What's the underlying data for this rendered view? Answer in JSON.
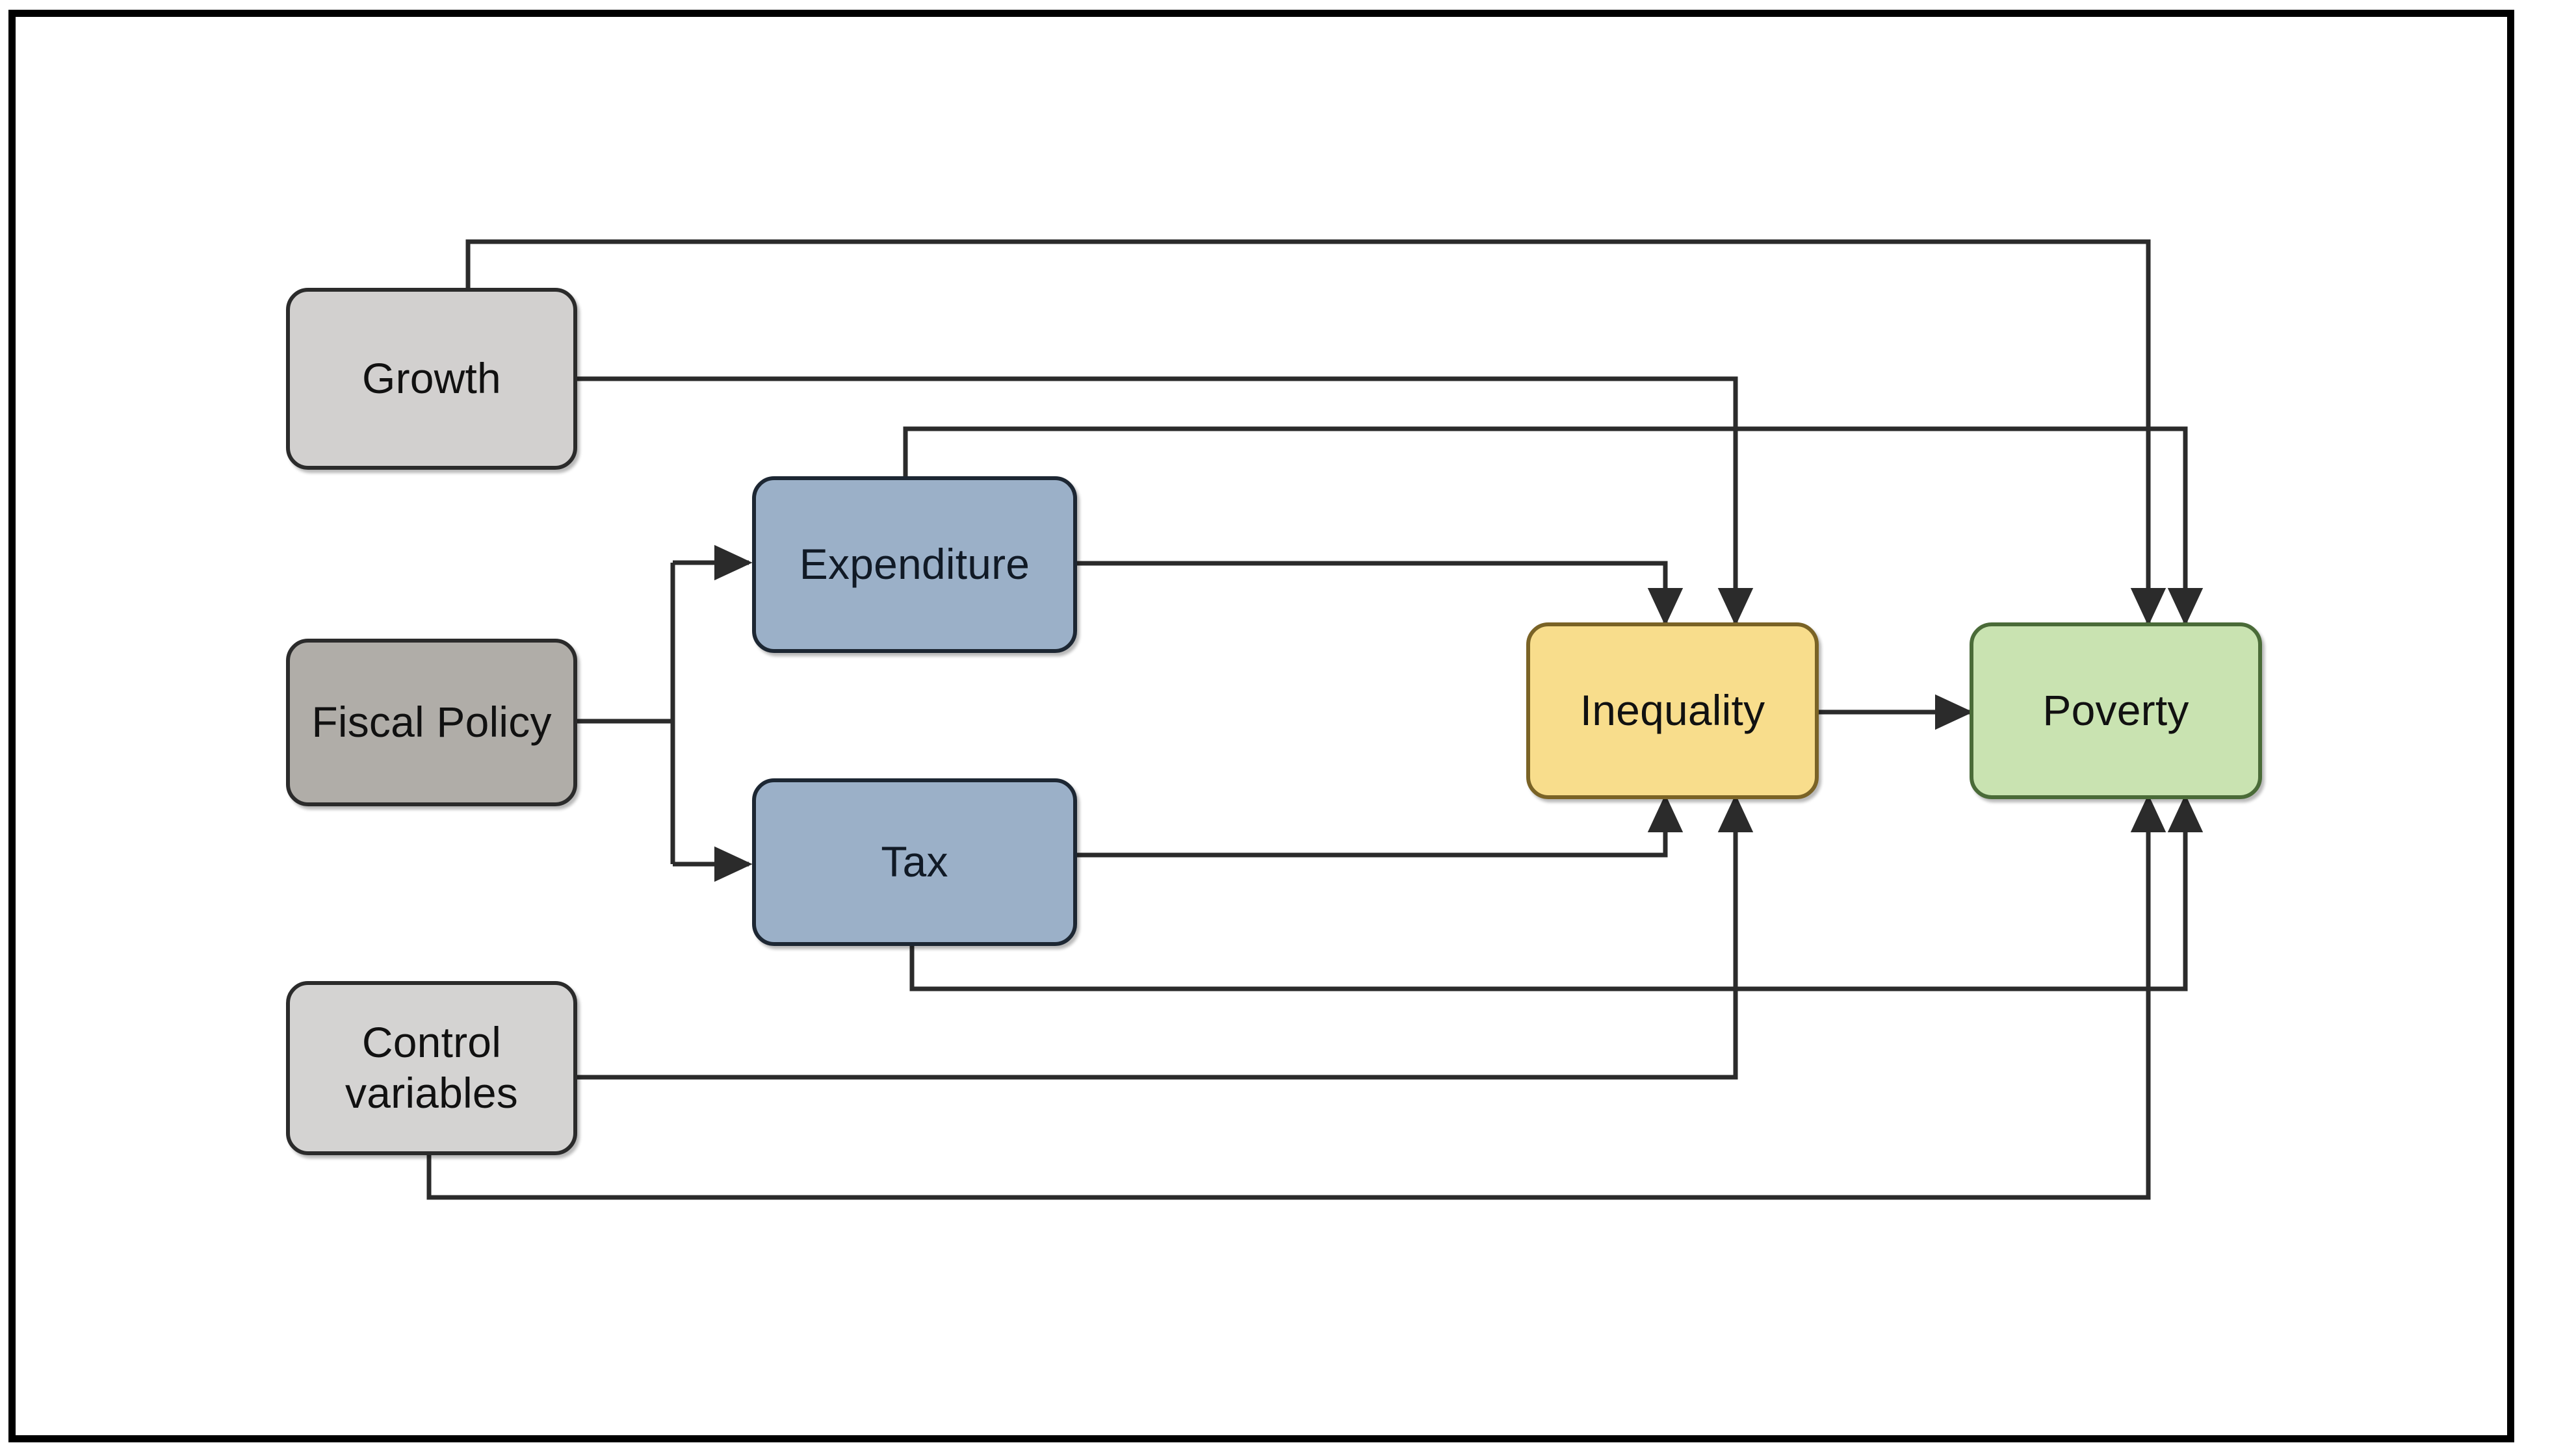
{
  "diagram": {
    "title": "Fiscal policy, inequality and poverty conceptual framework",
    "background": "#ffffff",
    "frame_color": "#000000",
    "edge_color": "#2b2b2b",
    "nodes": [
      {
        "id": "growth",
        "label": "Growth",
        "fill": "#d2d0cf",
        "stroke": "#2b2b2b",
        "text_color": "#111111"
      },
      {
        "id": "fiscal",
        "label": "Fiscal Policy",
        "fill": "#b0ada8",
        "stroke": "#2b2b2b",
        "text_color": "#111111"
      },
      {
        "id": "control",
        "label": "Control\nvariables",
        "line1": "Control",
        "line2": "variables",
        "fill": "#d4d3d2",
        "stroke": "#2b2b2b",
        "text_color": "#111111"
      },
      {
        "id": "expenditure",
        "label": "Expenditure",
        "fill": "#9bb0c8",
        "stroke": "#1d2733",
        "text_color": "#111a26"
      },
      {
        "id": "tax",
        "label": "Tax",
        "fill": "#9bb0c8",
        "stroke": "#1d2733",
        "text_color": "#111a26"
      },
      {
        "id": "inequality",
        "label": "Inequality",
        "fill": "#f8dd8c",
        "stroke": "#7a6326",
        "text_color": "#111111"
      },
      {
        "id": "poverty",
        "label": "Poverty",
        "fill": "#c9e3b1",
        "stroke": "#4a6b38",
        "text_color": "#111111"
      }
    ],
    "edges": [
      {
        "from": "fiscal",
        "to": "expenditure",
        "arrow": true
      },
      {
        "from": "fiscal",
        "to": "tax",
        "arrow": true
      },
      {
        "from": "expenditure",
        "to": "inequality",
        "arrow": true
      },
      {
        "from": "expenditure",
        "to": "poverty",
        "arrow": true
      },
      {
        "from": "tax",
        "to": "inequality",
        "arrow": true
      },
      {
        "from": "tax",
        "to": "poverty",
        "arrow": true
      },
      {
        "from": "growth",
        "to": "inequality",
        "arrow": true
      },
      {
        "from": "growth",
        "to": "poverty",
        "arrow": true
      },
      {
        "from": "control",
        "to": "inequality",
        "arrow": true
      },
      {
        "from": "control",
        "to": "poverty",
        "arrow": true
      },
      {
        "from": "inequality",
        "to": "poverty",
        "arrow": true
      }
    ]
  }
}
